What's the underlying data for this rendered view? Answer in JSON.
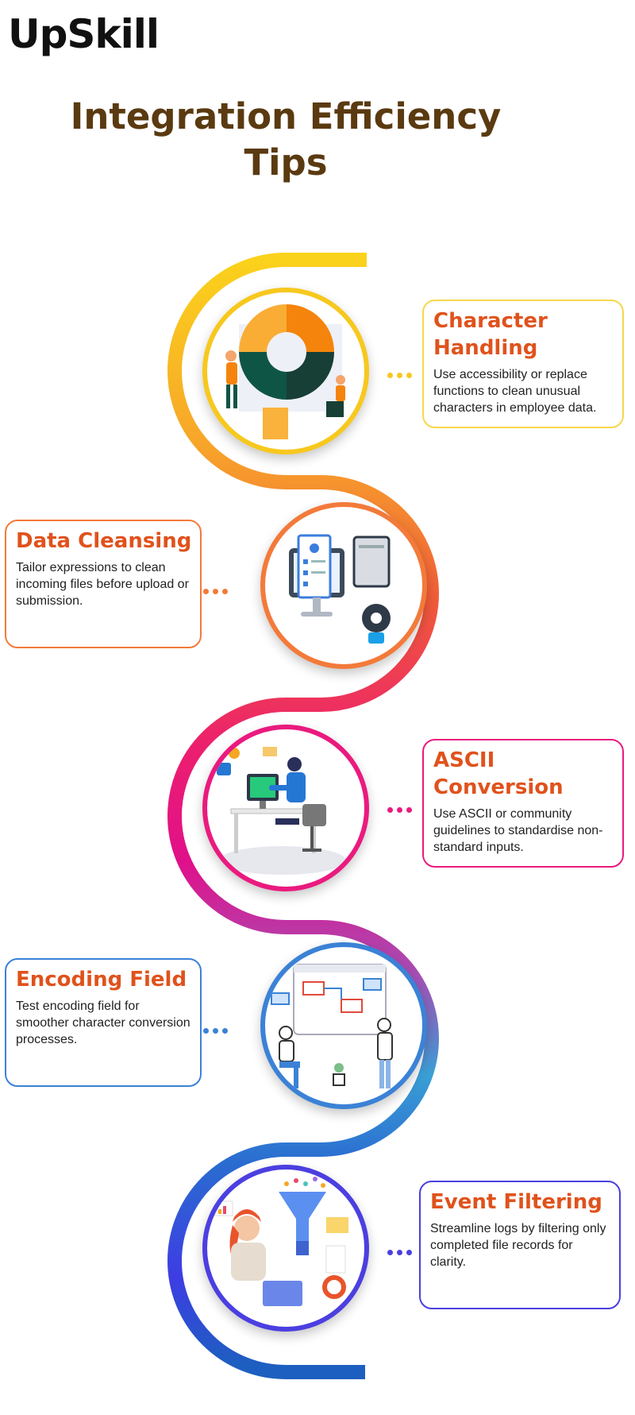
{
  "brand": {
    "logo_text": "UpSkill"
  },
  "page": {
    "title_line1": "Integration Efficiency",
    "title_line2": "Tips"
  },
  "colors": {
    "yellow": "#f7c81e",
    "orange": "#f37a3a",
    "pink": "#ea1a7f",
    "blue": "#3b82d6",
    "indigo": "#4b3fe0",
    "heading": "#e0521c",
    "title": "#5a3a10"
  },
  "tips": [
    {
      "heading_line1": "Character",
      "heading_line2": "Handling",
      "body": "Use accessibility or replace functions to clean unusual characters in employee data.",
      "icon": "pie-chart-people-illustration"
    },
    {
      "heading_line1": "Data Cleansing",
      "heading_line2": "",
      "body": "Tailor expressions to clean incoming files before upload or submission.",
      "icon": "monitor-files-gear-illustration"
    },
    {
      "heading_line1": "ASCII",
      "heading_line2": "Conversion",
      "body": "Use ASCII or community guidelines to standardise non-standard inputs.",
      "icon": "person-at-desk-illustration"
    },
    {
      "heading_line1": "Encoding Field",
      "heading_line2": "",
      "body": "Test encoding field for smoother character conversion processes.",
      "icon": "flowchart-team-illustration"
    },
    {
      "heading_line1": "Event Filtering",
      "heading_line2": "",
      "body": "Streamline logs by filtering only completed file records for clarity.",
      "icon": "funnel-analyst-illustration"
    }
  ]
}
